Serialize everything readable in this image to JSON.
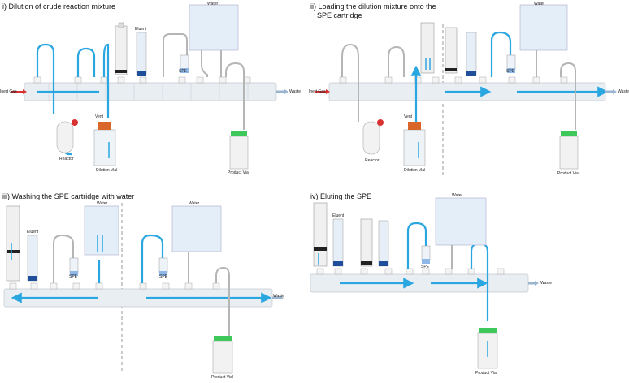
{
  "panels": {
    "i": {
      "title": "i) Dilution of crude reaction mixture",
      "labels": {
        "water": "Water",
        "eluent": "Eluent",
        "spe": "SPE",
        "vent": "Vent",
        "inert_gas": "Inert Gas",
        "waste": "Waste",
        "reactor": "Reactor",
        "dilution_vial": "Dilution Vial",
        "product_vial": "Product Vial"
      }
    },
    "ii": {
      "title_line1": "ii) Loading the dilution mixture onto the",
      "title_line2": "SPE cartridge",
      "labels": {
        "water": "Water",
        "spe": "SPE",
        "vent": "Vent",
        "inert_gas": "Inert Gas",
        "waste": "Waste",
        "reactor": "Reactor",
        "dilution_vial": "Dilution Vial",
        "product_vial": "Product Vial"
      }
    },
    "iii": {
      "title": "iii) Washing the SPE cartridge with water",
      "labels": {
        "water_left": "Water",
        "eluent": "Eluent",
        "spe_left": "SPE",
        "water_right": "Water",
        "spe_right": "SPE",
        "waste": "Waste",
        "product_vial": "Product Vial"
      }
    },
    "iv": {
      "title": "iv) Eluting the SPE",
      "labels": {
        "water": "Water",
        "eluent": "Eluent",
        "spe": "SPE",
        "waste": "Waste",
        "product_vial": "Product Vial"
      }
    }
  },
  "colors": {
    "flow": "#2aa6e0",
    "manifold": "#e9eef2",
    "tubing": "#b5b5b5",
    "cap_green": "#3ec85a",
    "cap_orange": "#d9662a",
    "inert_arrow": "#d93030",
    "eluent_cap": "#1f4f9a",
    "spe_blue": "#8fb8e8",
    "divider": "#9a9a9a"
  }
}
